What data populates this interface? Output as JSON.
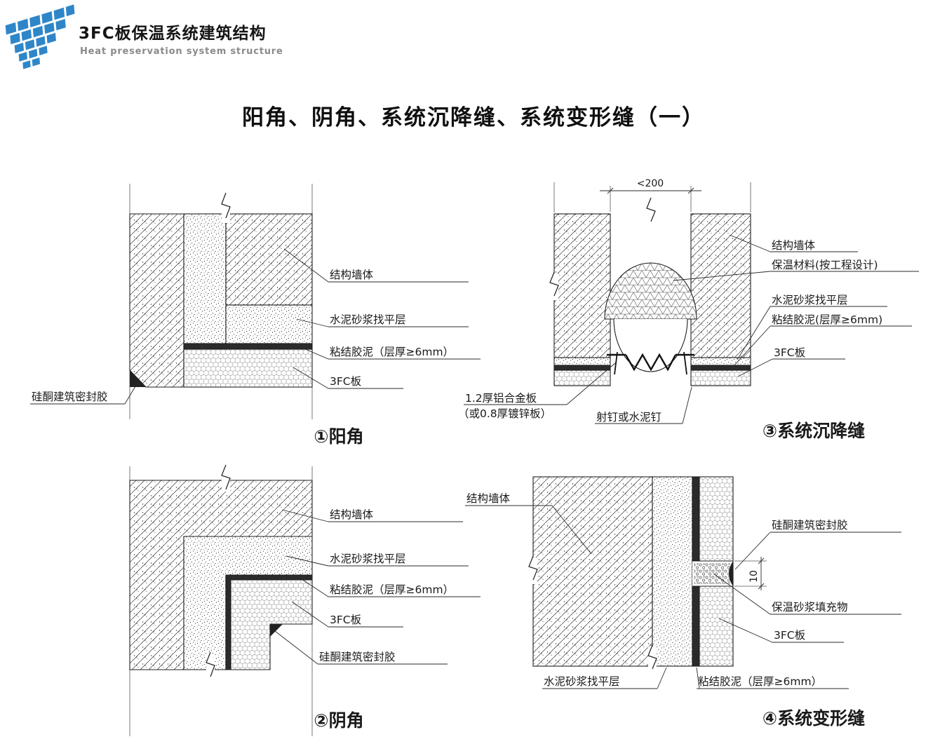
{
  "header": {
    "title": "3FC板保温系统建筑结构",
    "subtitle": "Heat preservation system structure"
  },
  "page_title": "阳角、阴角、系统沉降缝、系统变形缝（一）",
  "colors": {
    "logo_blue": "#2e86c9",
    "line": "#222222",
    "adhesive_dark": "#2b2b2b"
  },
  "diagrams": {
    "yangjiao": {
      "caption": "①阳角",
      "labels": {
        "wall": "结构墙体",
        "leveling": "水泥砂浆找平层",
        "adhesive": "粘结胶泥（层厚≥6mm）",
        "board": "3FC板",
        "sealant": "硅酮建筑密封胶"
      }
    },
    "yinjiao": {
      "caption": "②阴角",
      "labels": {
        "wall": "结构墙体",
        "leveling": "水泥砂浆找平层",
        "adhesive": "粘结胶泥（层厚≥6mm）",
        "board": "3FC板",
        "sealant": "硅酮建筑密封胶"
      }
    },
    "chenjiangfeng": {
      "caption": "③系统沉降缝",
      "dimension": "<200",
      "labels": {
        "wall": "结构墙体",
        "insulation": "保温材料(按工程设计)",
        "leveling": "水泥砂浆找平层",
        "adhesive": "粘结胶泥(层厚≥6mm)",
        "board": "3FC板",
        "plate_line1": "1.2厚铝合金板",
        "plate_line2": "（或0.8厚镀锌板）",
        "nail": "射钉或水泥钉"
      }
    },
    "bianxingfeng": {
      "caption": "④系统变形缝",
      "dimension": "10",
      "labels": {
        "wall": "结构墙体",
        "sealant": "硅酮建筑密封胶",
        "filler": "保温砂浆填充物",
        "board": "3FC板",
        "leveling": "水泥砂浆找平层",
        "adhesive": "粘结胶泥（层厚≥6mm）"
      }
    }
  }
}
